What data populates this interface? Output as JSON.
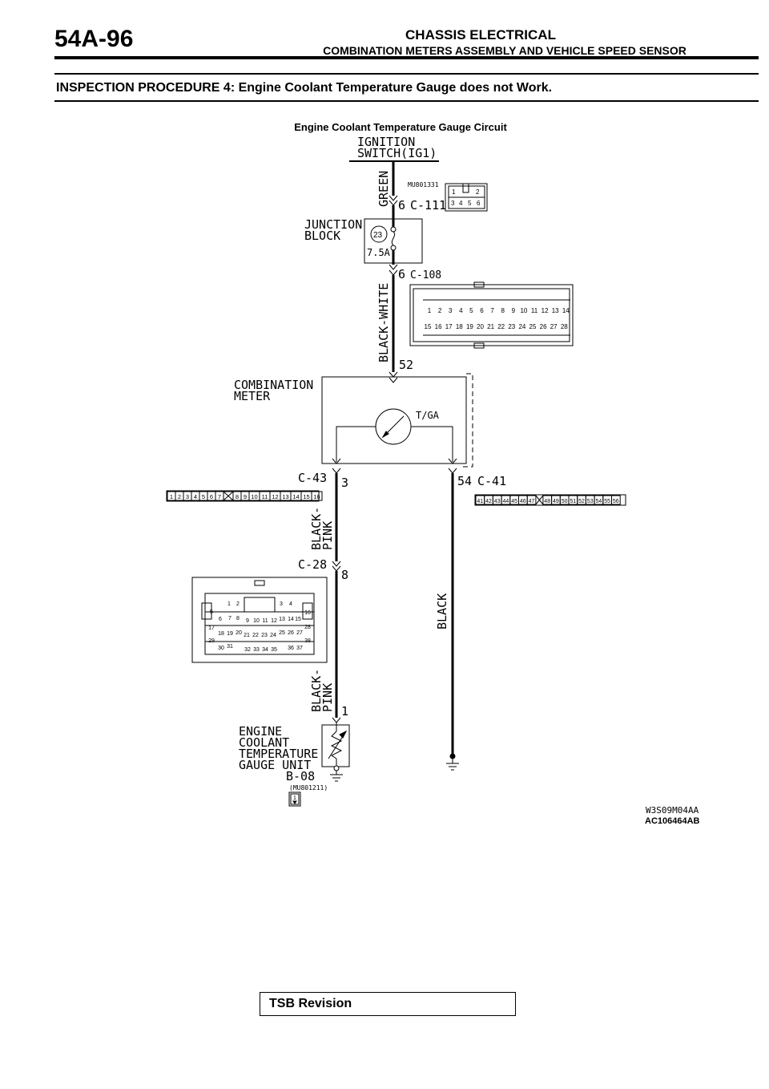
{
  "header": {
    "page_number": "54A-96",
    "section_title": "CHASSIS ELECTRICAL",
    "section_subtitle": "COMBINATION METERS ASSEMBLY AND VEHICLE SPEED SENSOR"
  },
  "procedure_title": "INSPECTION PROCEDURE 4: Engine Coolant Temperature Gauge does not Work.",
  "diagram": {
    "title": "Engine Coolant Temperature Gauge Circuit",
    "ignition_switch": [
      "IGNITION",
      "SWITCH(IG1)"
    ],
    "junction_block": [
      "JUNCTION",
      "BLOCK"
    ],
    "combination_meter": [
      "COMBINATION",
      "METER"
    ],
    "sensor": [
      "ENGINE",
      "COOLANT",
      "TEMPERATURE",
      "GAUGE UNIT"
    ],
    "wire_green": "GREEN",
    "wire_black_white": "BLACK-WHITE",
    "wire_black_pink_1": [
      "BLACK-",
      "PINK"
    ],
    "wire_black_pink_2": [
      "BLACK-",
      "PINK"
    ],
    "wire_black": "BLACK",
    "part_number_1": "MU801331",
    "part_number_2": "(MU801211)",
    "conn_c111": "C-111",
    "conn_c108": "C-108",
    "conn_c43": "C-43",
    "conn_c41": "C-41",
    "conn_c28": "C-28",
    "conn_b08": "B-08",
    "fuse_number": "23",
    "fuse_rating": "7.5A",
    "gauge_label": "T/GA",
    "pin_c111": "6",
    "pin_c108": "6",
    "pin_52": "52",
    "pin_3": "3",
    "pin_54": "54",
    "pin_8": "8",
    "pin_1": "1",
    "c111_pins": [
      "1",
      "2",
      "3",
      "4",
      "5",
      "6"
    ],
    "c108_pins_top": [
      "1",
      "2",
      "3",
      "4",
      "5",
      "6",
      "7",
      "8",
      "9",
      "10",
      "11",
      "12",
      "13",
      "14"
    ],
    "c108_pins_bottom": [
      "15",
      "16",
      "17",
      "18",
      "19",
      "20",
      "21",
      "22",
      "23",
      "24",
      "25",
      "26",
      "27",
      "28"
    ],
    "c43_pins": [
      "1",
      "2",
      "3",
      "4",
      "5",
      "6",
      "7",
      "8",
      "9",
      "10",
      "11",
      "12",
      "13",
      "14",
      "15",
      "16"
    ],
    "c41_pins": [
      "41",
      "42",
      "43",
      "44",
      "45",
      "46",
      "47",
      "48",
      "49",
      "50",
      "51",
      "52",
      "53",
      "54",
      "55",
      "56"
    ],
    "c28_pins": [
      "1",
      "2",
      "3",
      "4",
      "5",
      "6",
      "7",
      "8",
      "9",
      "10",
      "11",
      "12",
      "13",
      "14",
      "15",
      "16",
      "17",
      "18",
      "19",
      "20",
      "21",
      "22",
      "23",
      "24",
      "25",
      "26",
      "27",
      "28",
      "29",
      "30",
      "31",
      "32",
      "33",
      "34",
      "35",
      "36",
      "37",
      "38"
    ],
    "b08_pin": "1",
    "drawing_code": "W3S09M04AA",
    "ac_code": "AC106464AB"
  },
  "footer": {
    "tsb_label": "TSB Revision"
  }
}
